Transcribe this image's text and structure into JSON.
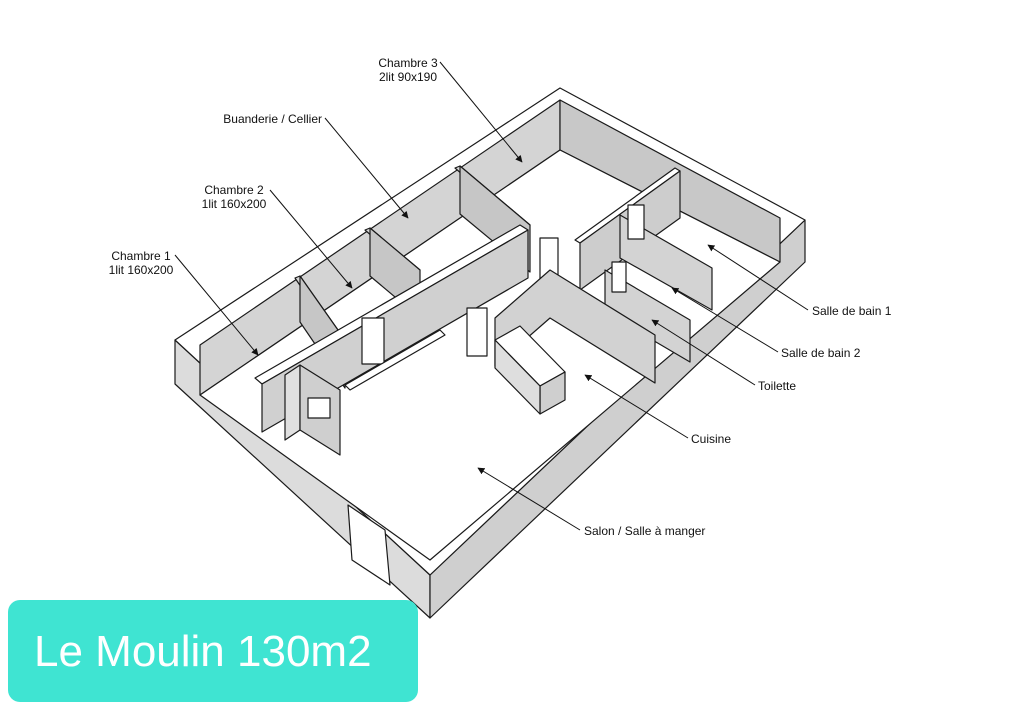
{
  "labels": {
    "chambre3_line1": "Chambre 3",
    "chambre3_line2": "2lit 90x190",
    "buanderie": "Buanderie / Cellier",
    "chambre2_line1": "Chambre 2",
    "chambre2_line2": "1lit 160x200",
    "chambre1_line1": "Chambre 1",
    "chambre1_line2": "1lit 160x200",
    "sdb1": "Salle de bain 1",
    "sdb2": "Salle de bain 2",
    "toilette": "Toilette",
    "cuisine": "Cuisine",
    "salon": "Salon / Salle à manger"
  },
  "title": "Le Moulin 130m2",
  "colors": {
    "badge": "#3fe4d2",
    "wall_top": "#ffffff",
    "wall_face": "#d9d9d9",
    "wall_shadow": "#c4c4c4",
    "floor": "#ffffff",
    "outline": "#1a1a1a"
  }
}
